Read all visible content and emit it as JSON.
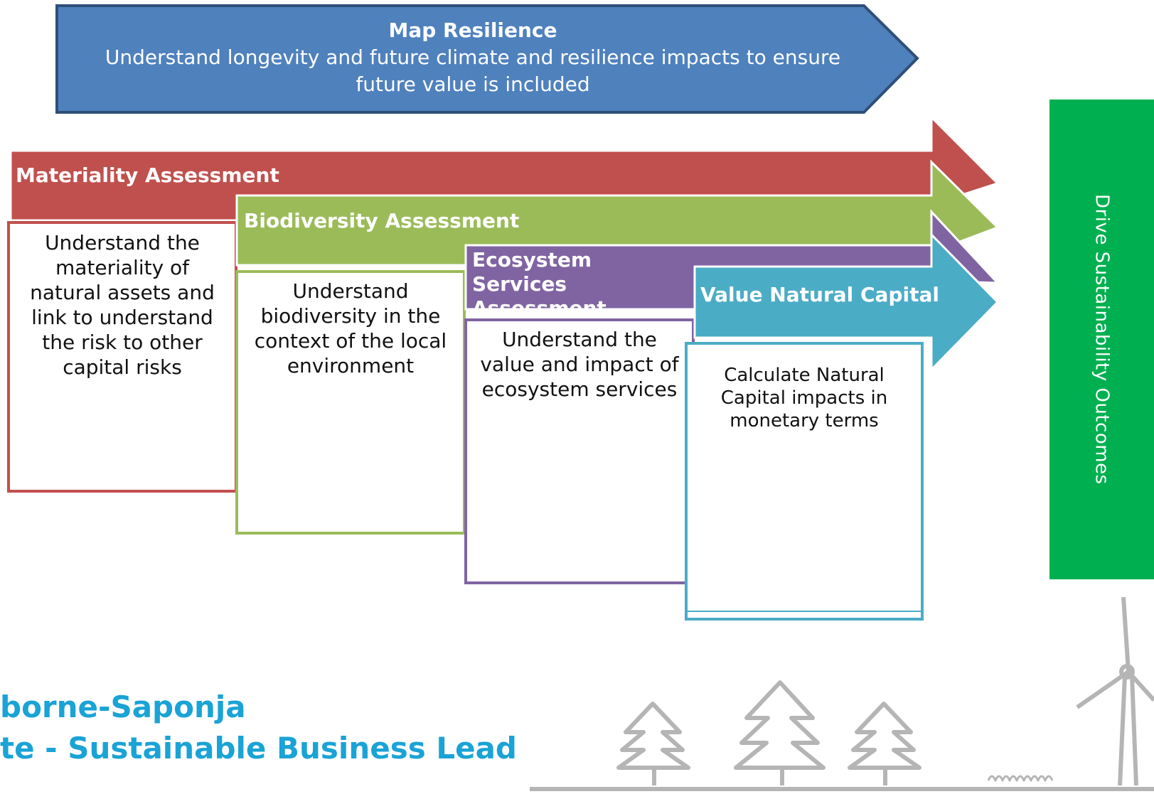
{
  "map_resilience": {
    "title": "Map Resilience",
    "description": "Understand longevity and future climate and resilience impacts to ensure future value is included",
    "color": "#4f81bd"
  },
  "stages": [
    {
      "title": "Materiality Assessment",
      "text": "Understand the materiality of natural assets and link to understand the risk to other capital risks",
      "color": "#c0504d"
    },
    {
      "title": "Biodiversity Assessment",
      "text": "Understand biodiversity in the context of the local environment",
      "color": "#9bbb59"
    },
    {
      "title": "Ecosystem Services Assessment",
      "text": "Understand the value and impact of ecosystem services",
      "color": "#8064a2"
    },
    {
      "title": "Value Natural Capital",
      "text": "Calculate Natural Capital impacts in monetary terms",
      "color": "#4bacc6"
    }
  ],
  "outcome": {
    "label": "Drive Sustainability Outcomes",
    "color": "#00b050"
  },
  "speaker": {
    "name_line": "borne-Saponja",
    "role_line": "te - Sustainable Business Lead",
    "color": "#1aa3d6"
  },
  "decoration": {
    "icons": [
      "tree-icon",
      "tree-icon",
      "tree-icon",
      "wind-turbine-icon"
    ]
  }
}
